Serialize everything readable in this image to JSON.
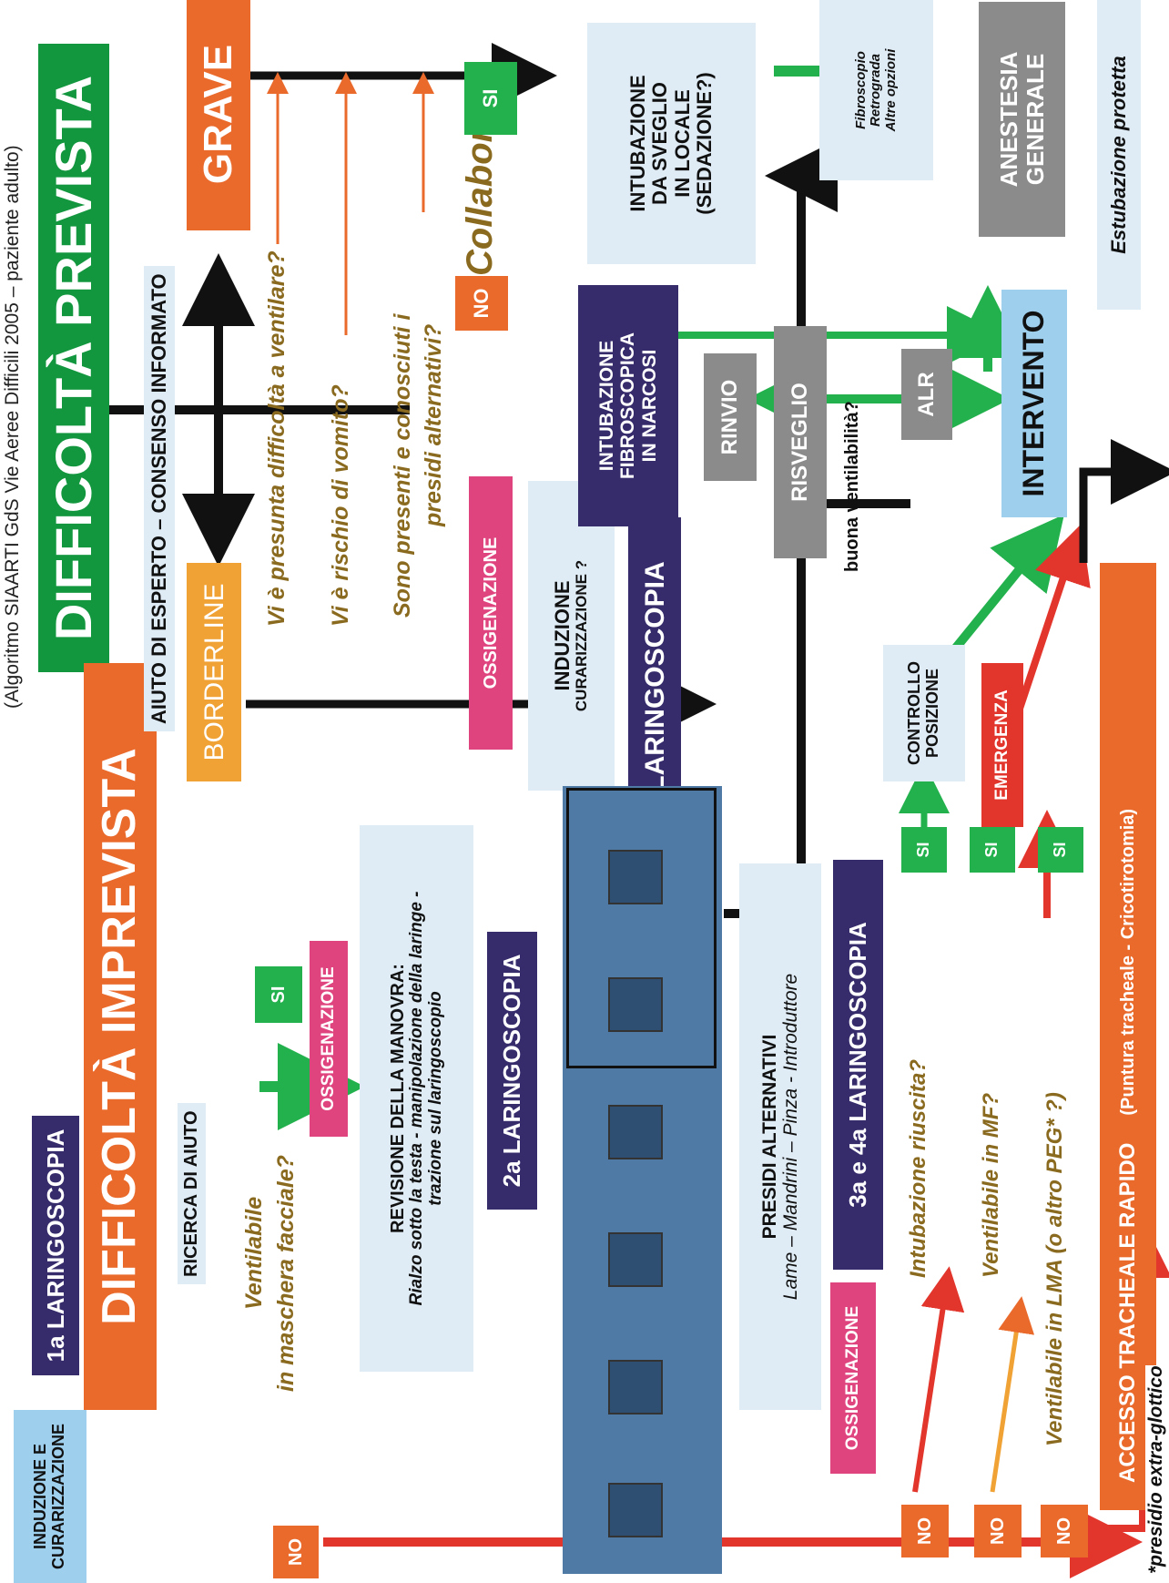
{
  "header": {
    "note": "(Algoritmo SIAARTI     GdS  Vie Aeree Difficili 2005   – paziente adulto)"
  },
  "colors": {
    "green": "#12973f",
    "orange": "#ea6a2c",
    "amber": "#f0a234",
    "navy": "#362c6c",
    "pink": "#e0447f",
    "lightblue": "#dfecf5",
    "skyblue": "#9ed0ee",
    "gray": "#8b8b8b",
    "red": "#e2352b",
    "steel": "#4f7aa6",
    "brownText": "#8a6a1f"
  },
  "previsto": {
    "title": "DIFFICOLTÀ PREVISTA",
    "aiuto": "AIUTO DI ESPERTO     – CONSENSO INFORMATO",
    "grave": "GRAVE",
    "borderline": "BORDERLINE",
    "q1": "Vi è presunta difficoltà a ventilare?",
    "q2": "Vi è rischio di vomito?",
    "q3a": "Sono presenti e conosciuti i",
    "q3b": "presidi alternativi?",
    "intubazione_sveglio": [
      "INTUBAZIONE",
      "DA SVEGLIO",
      "IN LOCALE",
      "(SEDAZIONE?)"
    ],
    "collabora": "Collabora?",
    "si": "SI",
    "no": "NO",
    "fibro_narcosi": [
      "INTUBAZIONE",
      "FIBROSCOPICA",
      "IN NARCOSI"
    ],
    "fibro_options": [
      "Fibroscopio",
      "Retrograda",
      "Altre opzioni"
    ],
    "anestesia": [
      "ANESTESIA",
      "GENERALE"
    ],
    "estubazione": "Estubazione protetta",
    "rinvio": "RINVIO",
    "risveglio": "RISVEGLIO",
    "alr": "ALR",
    "intervento": "INTERVENTO",
    "buona_vent": "buona ventilabilità?",
    "ossigenazione": "OSSIGENAZIONE",
    "induzione": "INDUZIONE",
    "curarizzazione": "CURARIZZAZIONE    ?",
    "laringoscopia": "LARINGOSCOPIA"
  },
  "imprevista": {
    "title": "DIFFICOLTÀ IMPREVISTA",
    "induzione": [
      "INDUZIONE E",
      "CURARIZZAZIONE"
    ],
    "laringoscopia1": "1a LARINGOSCOPIA",
    "ricerca_aiuto": "RICERCA DI AIUTO",
    "ventilabile_mf_a": "Ventilabile",
    "ventilabile_mf_b": "in maschera  facciale?",
    "ossigenazione": "OSSIGENAZIONE",
    "revisione_title": "REVISIONE DELLA MANOVRA:",
    "revisione_line1": "Rialzo sotto la testa  - manipolazione della laringe   -",
    "revisione_line2": "trazione sul laringoscopio",
    "laringoscopia2": "2a LARINGOSCOPIA",
    "presidi_title": "PRESIDI ALTERNATIVI",
    "presidi_items": "Lame  – Mandrini   – Pinza   - Introduttore",
    "laringoscopia34": "3a e 4a LARINGOSCOPIA",
    "q_intubazione": "Intubazione riuscita?",
    "q_ventilabile_mf": "Ventilabile in MF?",
    "q_ventilabile_lma": "Ventilabile in LMA (o altro     PEG* ?)",
    "controllo": [
      "CONTROLLO",
      "POSIZIONE"
    ],
    "emergenza": "EMERGENZA",
    "accesso": "ACCESSO TRACHEALE RAPIDO",
    "accesso_sub": "(Puntura tracheale    -  Cricotirotomia)",
    "footnote": "*presidio  extra-glottico",
    "si": "SI",
    "no": "NO"
  }
}
